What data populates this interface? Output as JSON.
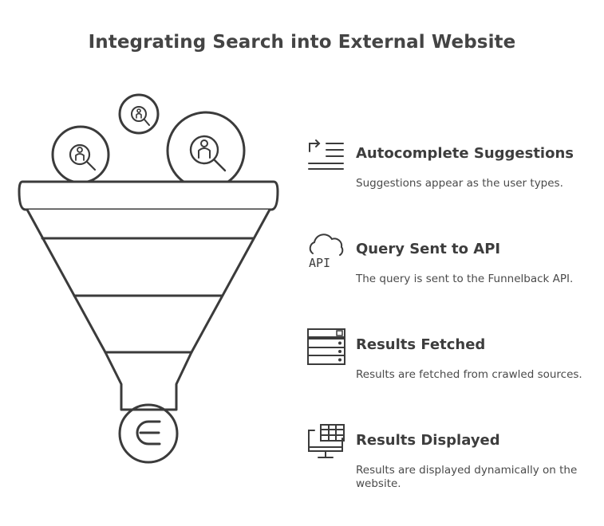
{
  "title": "Integrating Search into External Website",
  "steps": [
    {
      "icon": "list-arrow-icon",
      "title": "Autocomplete Suggestions",
      "desc": "Suggestions appear as the user types."
    },
    {
      "icon": "cloud-api-icon",
      "api_label": "API",
      "title": "Query Sent to API",
      "desc": "The query is sent to the Funnelback API."
    },
    {
      "icon": "server-rack-icon",
      "title": "Results Fetched",
      "desc": "Results are fetched from crawled sources."
    },
    {
      "icon": "monitor-table-icon",
      "title": "Results Displayed",
      "desc": "Results are displayed dynamically on the website."
    }
  ],
  "colors": {
    "stroke": "#3b3b3b",
    "text": "#3d3d3d",
    "background": "#ffffff"
  }
}
